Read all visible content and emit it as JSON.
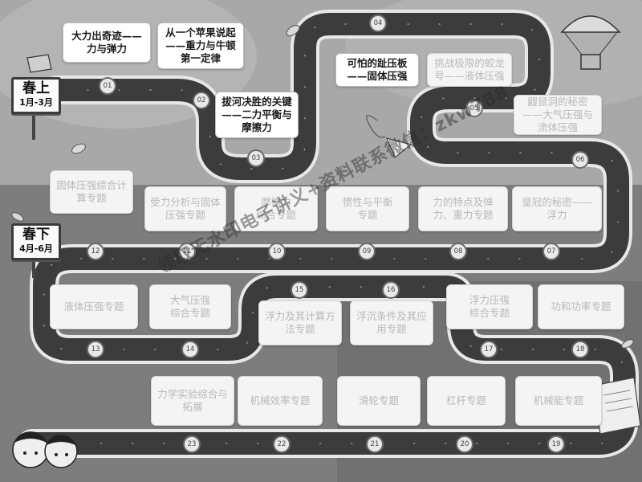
{
  "seasons": {
    "spring1": {
      "title": "春上",
      "range": "1月-3月"
    },
    "spring2": {
      "title": "春下",
      "range": "4月-6月"
    }
  },
  "topics": [
    {
      "num": "01",
      "label": "大力出奇迹——\n力与弹力",
      "state": "active"
    },
    {
      "num": "02",
      "label": "从一个苹果说起\n——重力与牛顿\n第一定律",
      "state": "active"
    },
    {
      "num": "03",
      "label": "拔河决胜的关键\n——二力平衡与\n摩擦力",
      "state": "active"
    },
    {
      "num": "04",
      "label": "可怕的趾压板\n——固体压强",
      "state": "active"
    },
    {
      "num": "05",
      "label": "挑战极限的蛟龙\n号——液体压强",
      "state": "inactive"
    },
    {
      "num": "06",
      "label": "鼹鼠洞的秘密\n——大气压强与\n流体压强",
      "state": "inactive"
    },
    {
      "num": "07",
      "label": "皇冠的秘密——\n浮力",
      "state": "inactive"
    },
    {
      "num": "08",
      "label": "力的特点及弹\n力、重力专题",
      "state": "inactive"
    },
    {
      "num": "09",
      "label": "惯性与平衡\n专题",
      "state": "inactive"
    },
    {
      "num": "10",
      "label": "摩擦力\n综合专题",
      "state": "inactive"
    },
    {
      "num": "11",
      "label": "受力分析与固体\n压强专题",
      "state": "inactive"
    },
    {
      "num": "12",
      "label": "固体压强综合计\n算专题",
      "state": "inactive"
    },
    {
      "num": "13",
      "label": "液体压强专题",
      "state": "inactive"
    },
    {
      "num": "14",
      "label": "大气压强\n综合专题",
      "state": "inactive"
    },
    {
      "num": "15",
      "label": "浮力及其计算方\n法专题",
      "state": "inactive"
    },
    {
      "num": "16",
      "label": "浮沉条件及其应\n用专题",
      "state": "inactive"
    },
    {
      "num": "17",
      "label": "浮力压强\n综合专题",
      "state": "inactive"
    },
    {
      "num": "18",
      "label": "功和功率专题",
      "state": "inactive"
    },
    {
      "num": "19",
      "label": "机械能专题",
      "state": "inactive"
    },
    {
      "num": "20",
      "label": "杠杆专题",
      "state": "inactive"
    },
    {
      "num": "21",
      "label": "滑轮专题",
      "state": "inactive"
    },
    {
      "num": "22",
      "label": "机械效率专题",
      "state": "inactive"
    },
    {
      "num": "23",
      "label": "力学实验综合与\n拓展",
      "state": "inactive"
    }
  ],
  "watermark": "领取无水印电子讲义+资料联系微信：zkw788",
  "colors": {
    "road": "#3c3c3c",
    "road_edge": "#e6e6e6",
    "dash": "#9a9a9a"
  }
}
